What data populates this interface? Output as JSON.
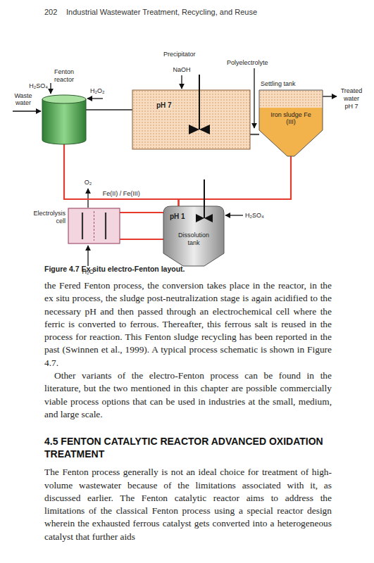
{
  "diagram": {
    "caption": "Figure 4.7 Ex situ electro-Fenton layout.",
    "nodes": [
      {
        "text": [
          "Fenton reactor"
        ]
      },
      {
        "text": [
          "Precipitator",
          "pH 7"
        ]
      },
      {
        "text": [
          "Settling tank",
          "Iron sludge Fe (III)"
        ]
      },
      {
        "text": [
          "Electrolysis cell"
        ]
      },
      {
        "text": [
          "pH 1",
          "Dissolution tank"
        ]
      }
    ],
    "edges": [
      {
        "from": 0,
        "to": 1,
        "arrow": "none"
      },
      {
        "from": 1,
        "to": 2,
        "arrow": "none"
      },
      {
        "from": 2,
        "to": 4,
        "arrow": "none"
      },
      {
        "from": 4,
        "to": 0,
        "label": "Fe(II) / Fe(III)",
        "arrow": "none"
      },
      {
        "from": 3,
        "to": 4,
        "arrow": "none"
      },
      {
        "from": 3,
        "to": 4,
        "arrow": "none"
      }
    ],
    "labels": [
      "202",
      "Industrial Wastewater Treatment, Recycling, and Reuse",
      "H₂SO₄",
      "H₂O₂",
      "Waste water",
      "NaOH",
      "Polyelectrolyte",
      "Treated water pH 7",
      "O₂",
      "H₂SO₄",
      "H₂O",
      "the Fered Fenton process, the conversion takes place in the reactor, in the ex situ process, the sludge post-neutralization stage is again acidified to the necessary pH and then passed through an electrochemical cell where the ferric is converted to ferrous. Thereafter, this ferrous salt is reused in the process for reaction. This Fenton sludge recycling has been reported in the past (Swinnen et al., 1999). A typical process schematic is shown in Figure 4.7.",
      "Other variants of the electro-Fenton process can be found in the literature, but the two mentioned in this chapter are possible commercially viable process options that can be used in industries at the small, medium, and large scale.",
      "4.5 FENTON CATALYTIC REACTOR ADVANCED OXIDATION TREATMENT",
      "The Fenton process generally is not an ideal choice for treatment of high-volume wastewater because of the limitations associated with it, as discussed earlier. The Fenton catalytic reactor aims to address the limitations of the classical Fenton process using a special reactor design wherein the exhausted ferrous catalyst gets converted into a heterogeneous catalyst that further aids"
    ]
  }
}
